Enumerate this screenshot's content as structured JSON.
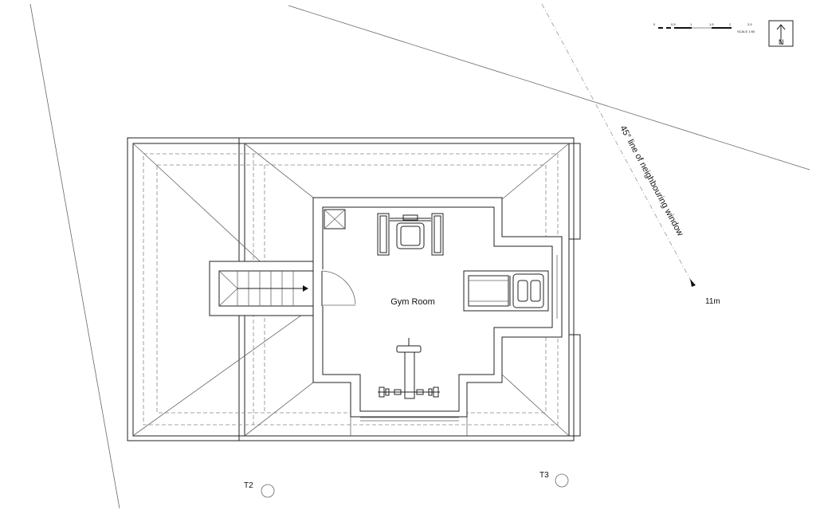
{
  "room_label": "Gym Room",
  "annotation": "45° line of neighbouring window",
  "distance_label": "11m",
  "trees": [
    {
      "label": "T2"
    },
    {
      "label": "T3"
    }
  ],
  "scale_bar": {
    "ticks": [
      "0",
      "0.5",
      "1",
      "1.5",
      "2",
      "2.5"
    ],
    "caption": "SCALE 1:50"
  },
  "north_label": "N"
}
